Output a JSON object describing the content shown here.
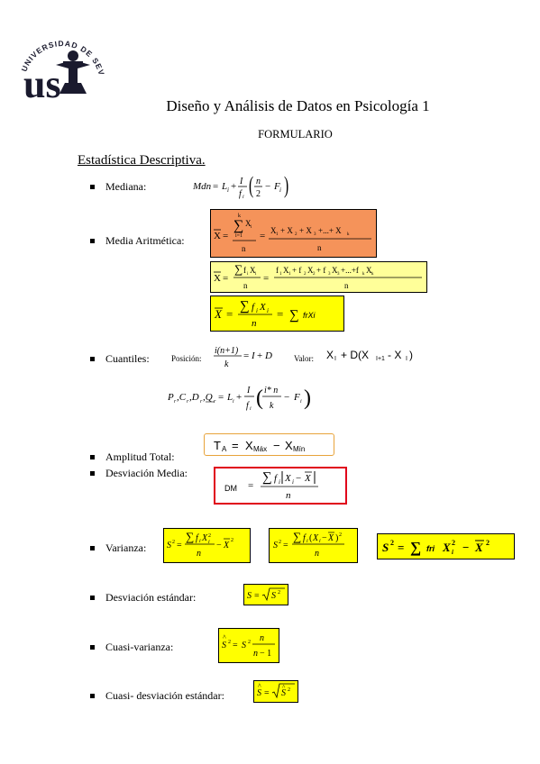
{
  "header": {
    "logo_arc_text": "UNIVERSIDAD DE SEVILLA",
    "logo_initials": "us",
    "title": "Diseño y Análisis de Datos en Psicología 1",
    "subtitle": "FORMULARIO"
  },
  "section_title": "Estadística Descriptiva.",
  "items": {
    "mediana": {
      "label": "Mediana:"
    },
    "media": {
      "label": "Media Aritmética:"
    },
    "cuantiles": {
      "label": "Cuantiles:",
      "posicion": "Posición:",
      "valor": "Valor:"
    },
    "amplitud": {
      "label": "Amplitud Total:"
    },
    "desv_media": {
      "label": "Desviación Media:",
      "dm": "DM"
    },
    "varianza": {
      "label": "Varianza:"
    },
    "desv_est": {
      "label": "Desviación estándar:"
    },
    "cuasi_var": {
      "label": "Cuasi-varianza:"
    },
    "cuasi_desv": {
      "label": "Cuasi- desviación estándar:"
    }
  },
  "colors": {
    "orange_box": "#f5935a",
    "light_yellow_box": "#ffff99",
    "yellow_box": "#ffff00",
    "red_border": "#e0001a",
    "logo_dark": "#1a1a2e"
  }
}
